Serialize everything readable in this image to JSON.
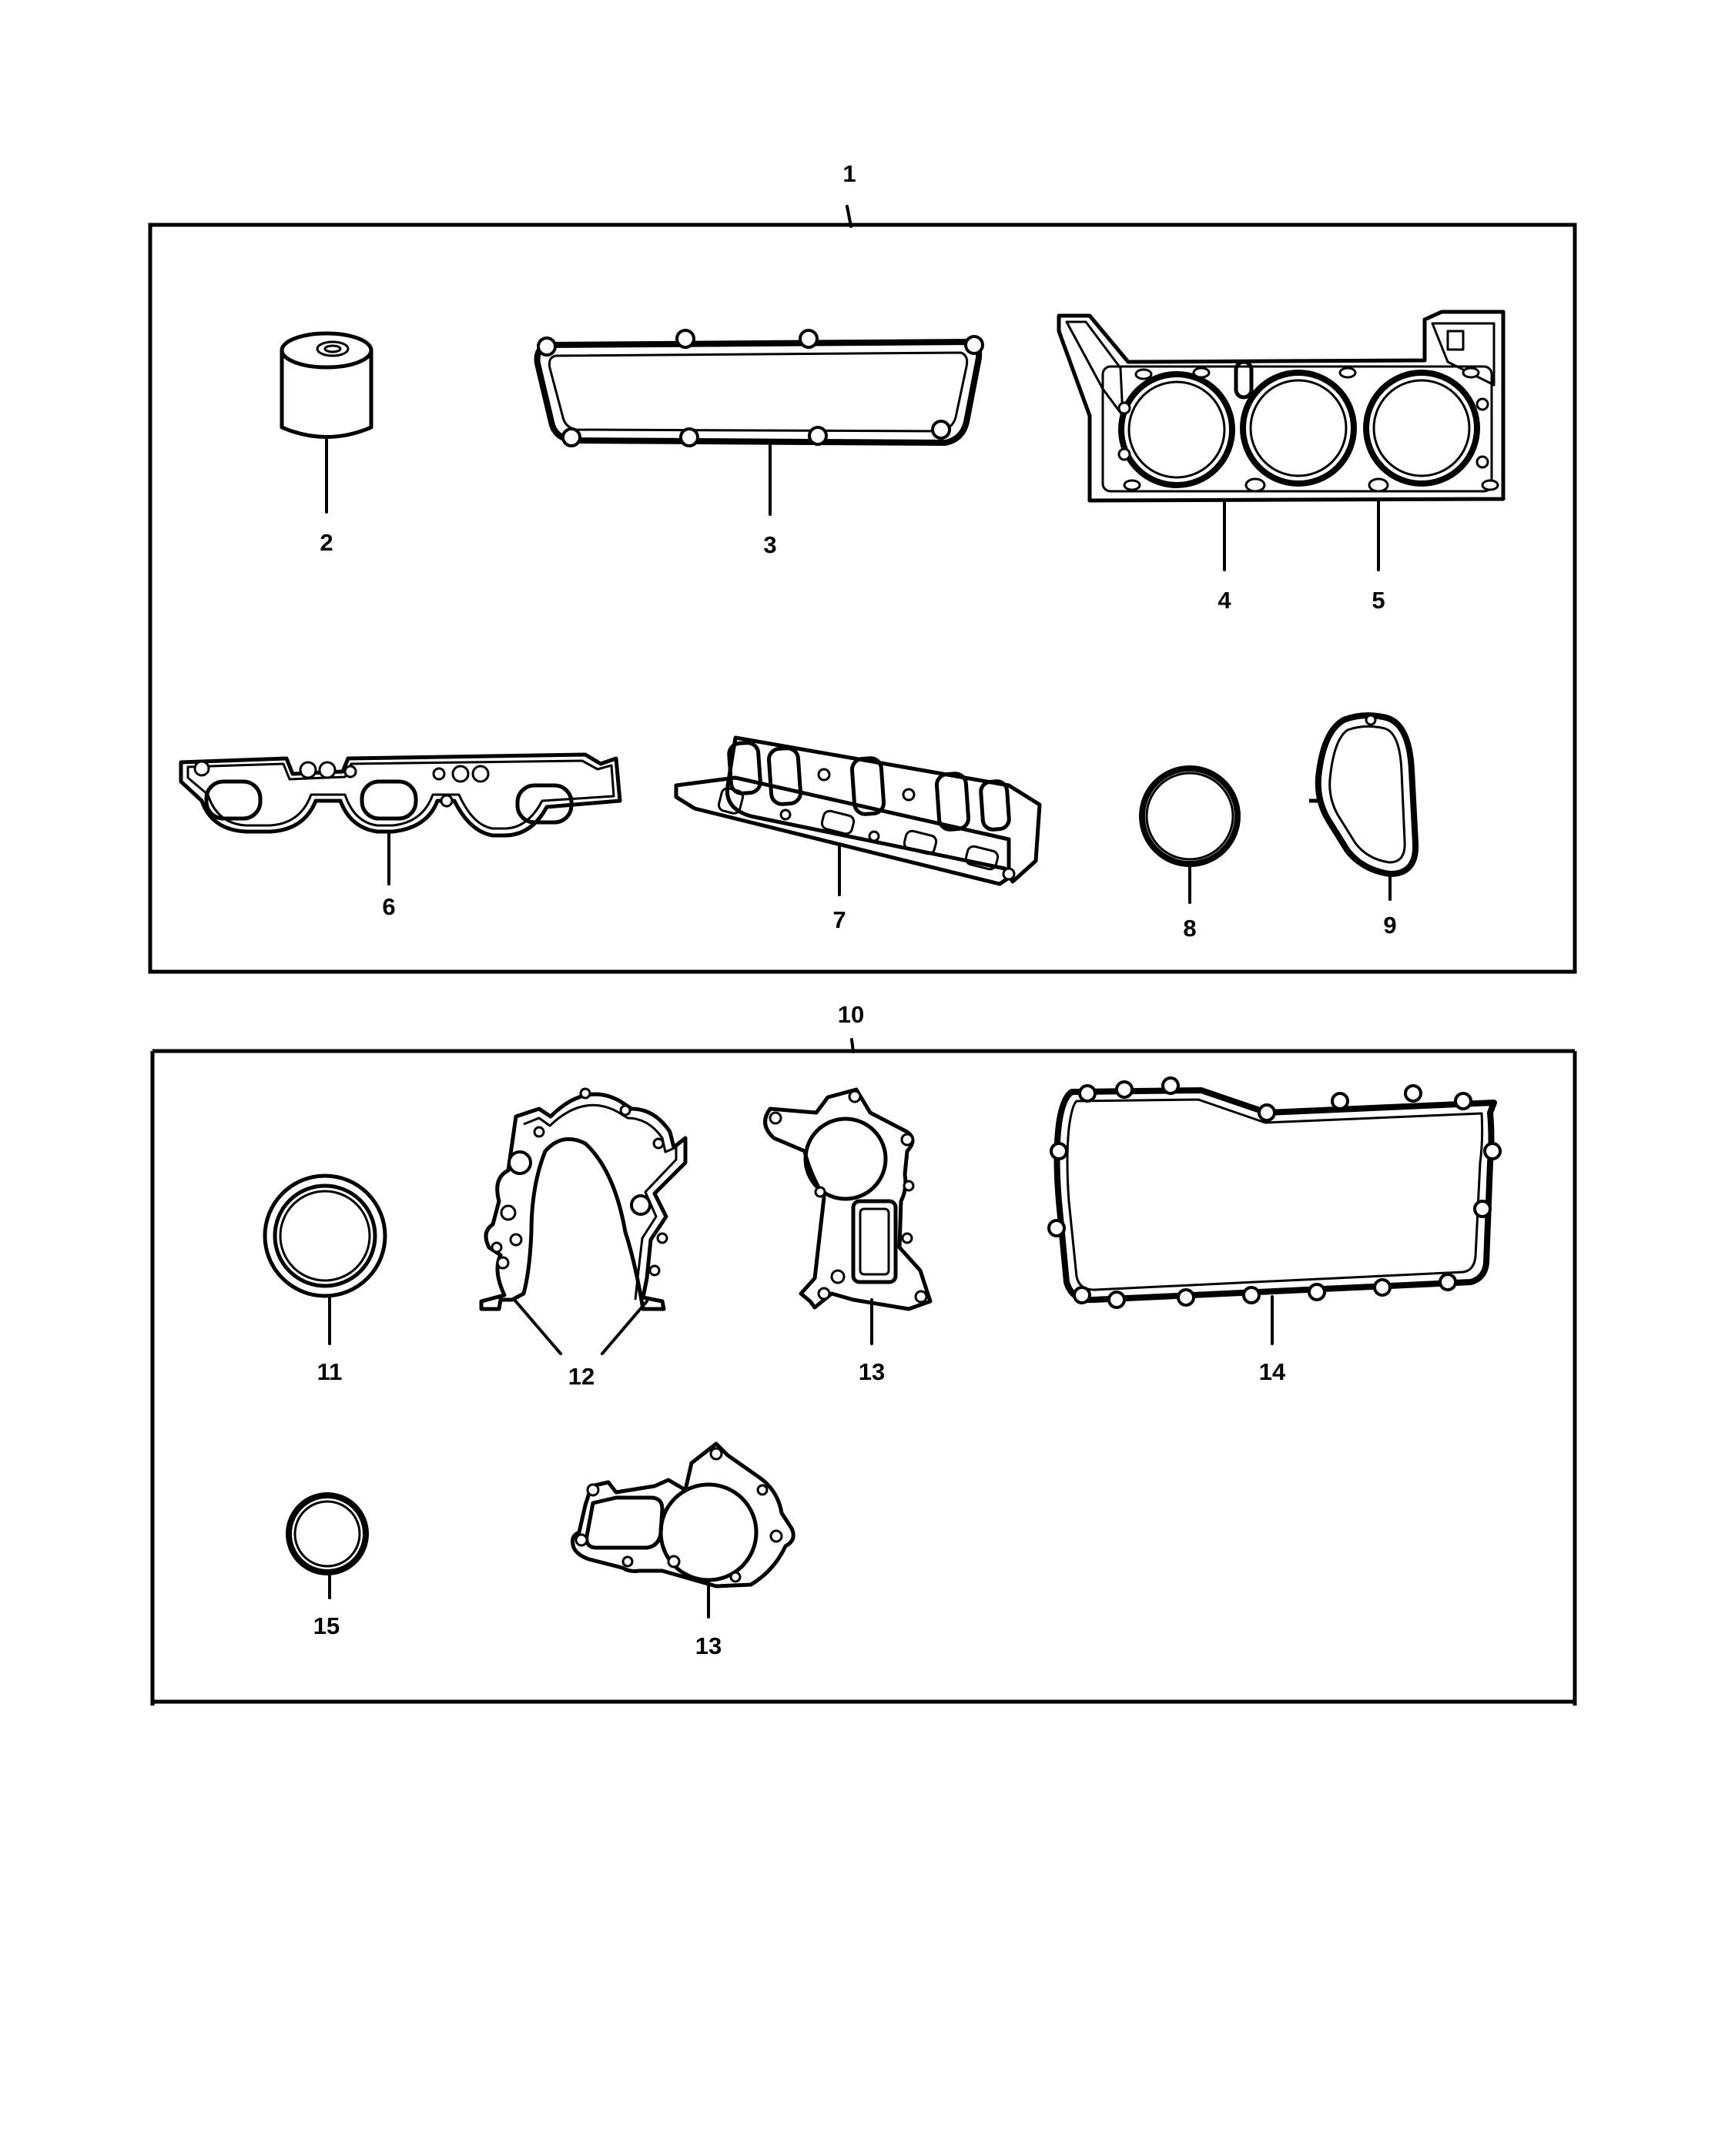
{
  "colors": {
    "line": "#000000",
    "background": "#ffffff"
  },
  "callouts": {
    "c1": "1",
    "c2": "2",
    "c3": "3",
    "c4": "4",
    "c5": "5",
    "c6": "6",
    "c7": "7",
    "c8": "8",
    "c9": "9",
    "c10": "10",
    "c11": "11",
    "c12": "12",
    "c13a": "13",
    "c14": "14",
    "c15": "15",
    "c13b": "13"
  }
}
